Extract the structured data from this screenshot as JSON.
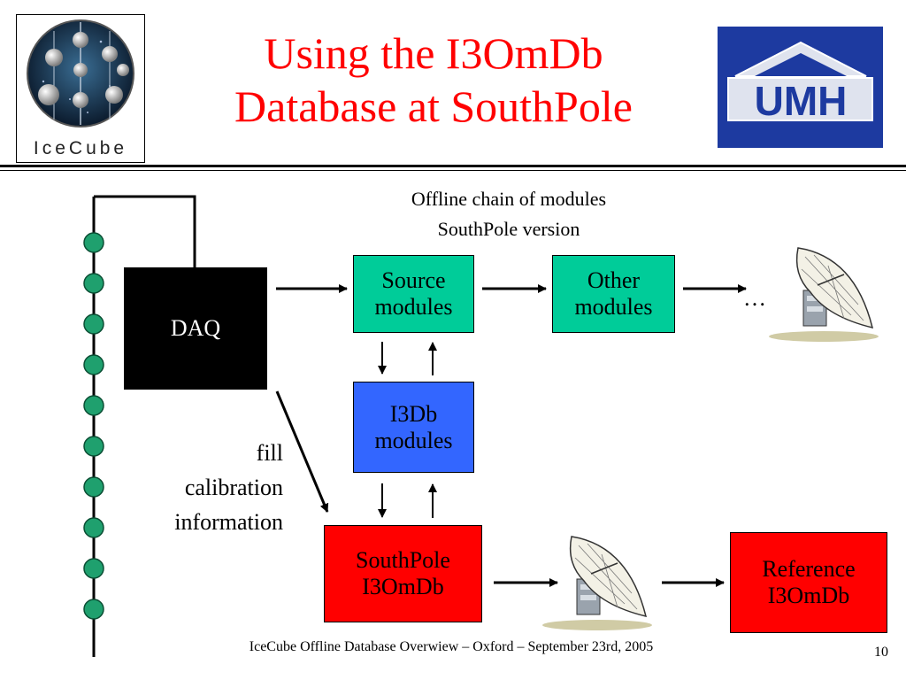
{
  "slide": {
    "title_line1": "Using the I3OmDb",
    "title_line2": "Database at SouthPole",
    "footer": "IceCube Offline Database Overwiew – Oxford – September 23rd, 2005",
    "page_number": "10"
  },
  "logos": {
    "icecube_text": "IceCube",
    "umh_text": "UMH"
  },
  "diagram": {
    "chain_label_line1": "Offline chain of modules",
    "chain_label_line2": "SouthPole version",
    "daq": "DAQ",
    "source_line1": "Source",
    "source_line2": "modules",
    "other_line1": "Other",
    "other_line2": "modules",
    "ellipsis": "…",
    "i3db_line1": "I3Db",
    "i3db_line2": "modules",
    "southpole_line1": "SouthPole",
    "southpole_line2": "I3OmDb",
    "reference_line1": "Reference",
    "reference_line2": "I3OmDb",
    "fill_line1": "fill",
    "fill_line2": "calibration",
    "fill_line3": "information",
    "module_count": 10
  },
  "colors": {
    "title": "#ff0000",
    "module_green": "#00cc99",
    "i3db_blue": "#3366ff",
    "db_red": "#ff0000",
    "string_bead": "#1fa06e",
    "umh_blue": "#1d3aa0"
  },
  "icons": {
    "antenna": "satellite-dish-icon",
    "string": "detector-string-icon"
  }
}
